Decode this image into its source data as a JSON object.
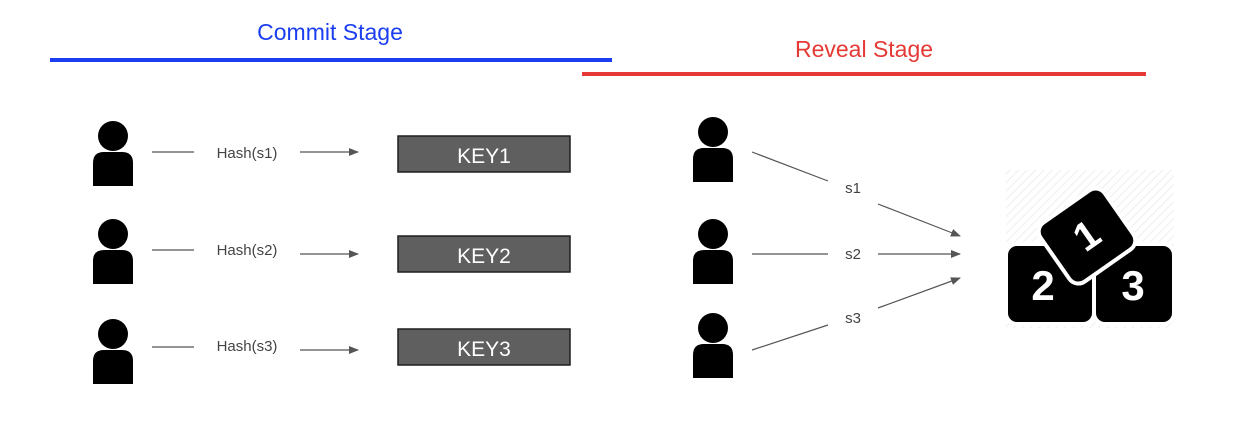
{
  "commit": {
    "title": "Commit Stage",
    "color": "#1a3ef0",
    "rows": [
      {
        "hash_label": "Hash(s1)",
        "key_label": "KEY1"
      },
      {
        "hash_label": "Hash(s2)",
        "key_label": "KEY2"
      },
      {
        "hash_label": "Hash(s3)",
        "key_label": "KEY3"
      }
    ]
  },
  "reveal": {
    "title": "Reveal Stage",
    "color": "#e53935",
    "rows": [
      {
        "secret_label": "s1"
      },
      {
        "secret_label": "s2"
      },
      {
        "secret_label": "s3"
      }
    ],
    "result": {
      "icon": "numbered-blocks-icon",
      "digits": [
        "1",
        "2",
        "3"
      ]
    }
  },
  "colors": {
    "key_box": "#5f5f5f",
    "arrow": "#555555",
    "person": "#000000"
  }
}
